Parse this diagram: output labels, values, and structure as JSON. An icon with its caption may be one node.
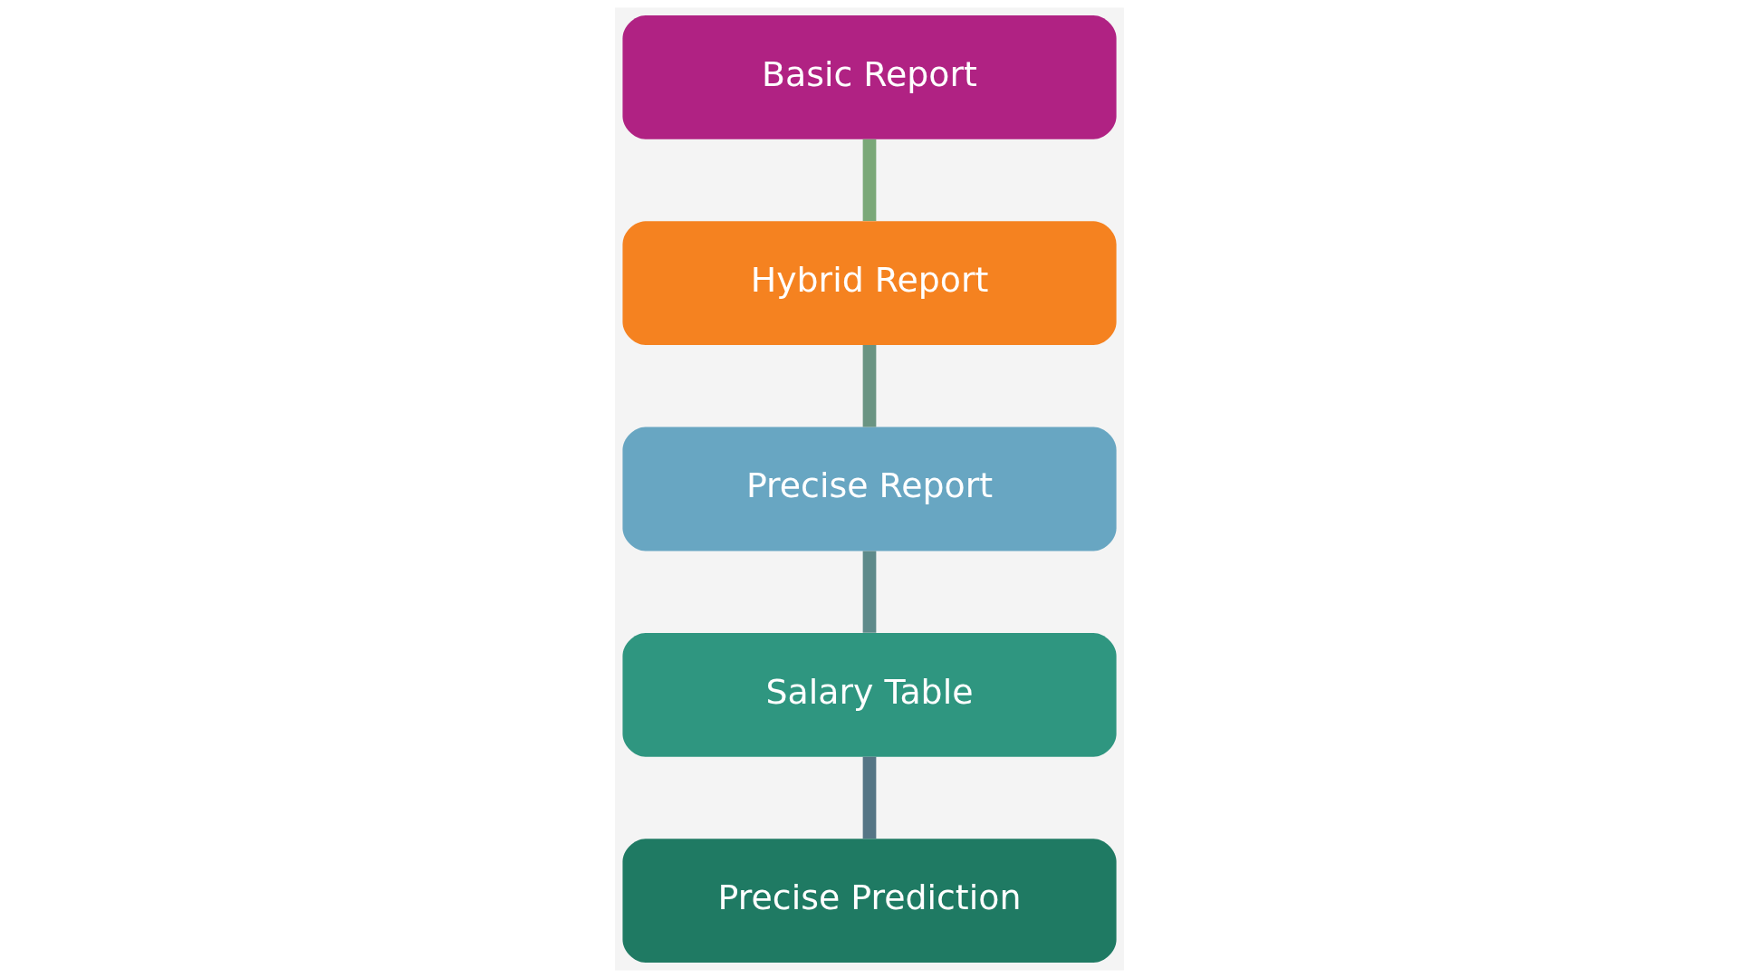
{
  "diagram": {
    "nodes": [
      {
        "text": [
          "Basic Report"
        ]
      },
      {
        "text": [
          "Hybrid Report"
        ]
      },
      {
        "text": [
          "Precise Report"
        ]
      },
      {
        "text": [
          "Salary Table"
        ]
      },
      {
        "text": [
          "Precise Prediction"
        ]
      }
    ],
    "edges": [
      {
        "from": 0,
        "to": 1,
        "arrow": "none"
      },
      {
        "from": 1,
        "to": 2,
        "arrow": "none"
      },
      {
        "from": 2,
        "to": 3,
        "arrow": "none"
      },
      {
        "from": 3,
        "to": 4,
        "arrow": "none"
      }
    ]
  }
}
